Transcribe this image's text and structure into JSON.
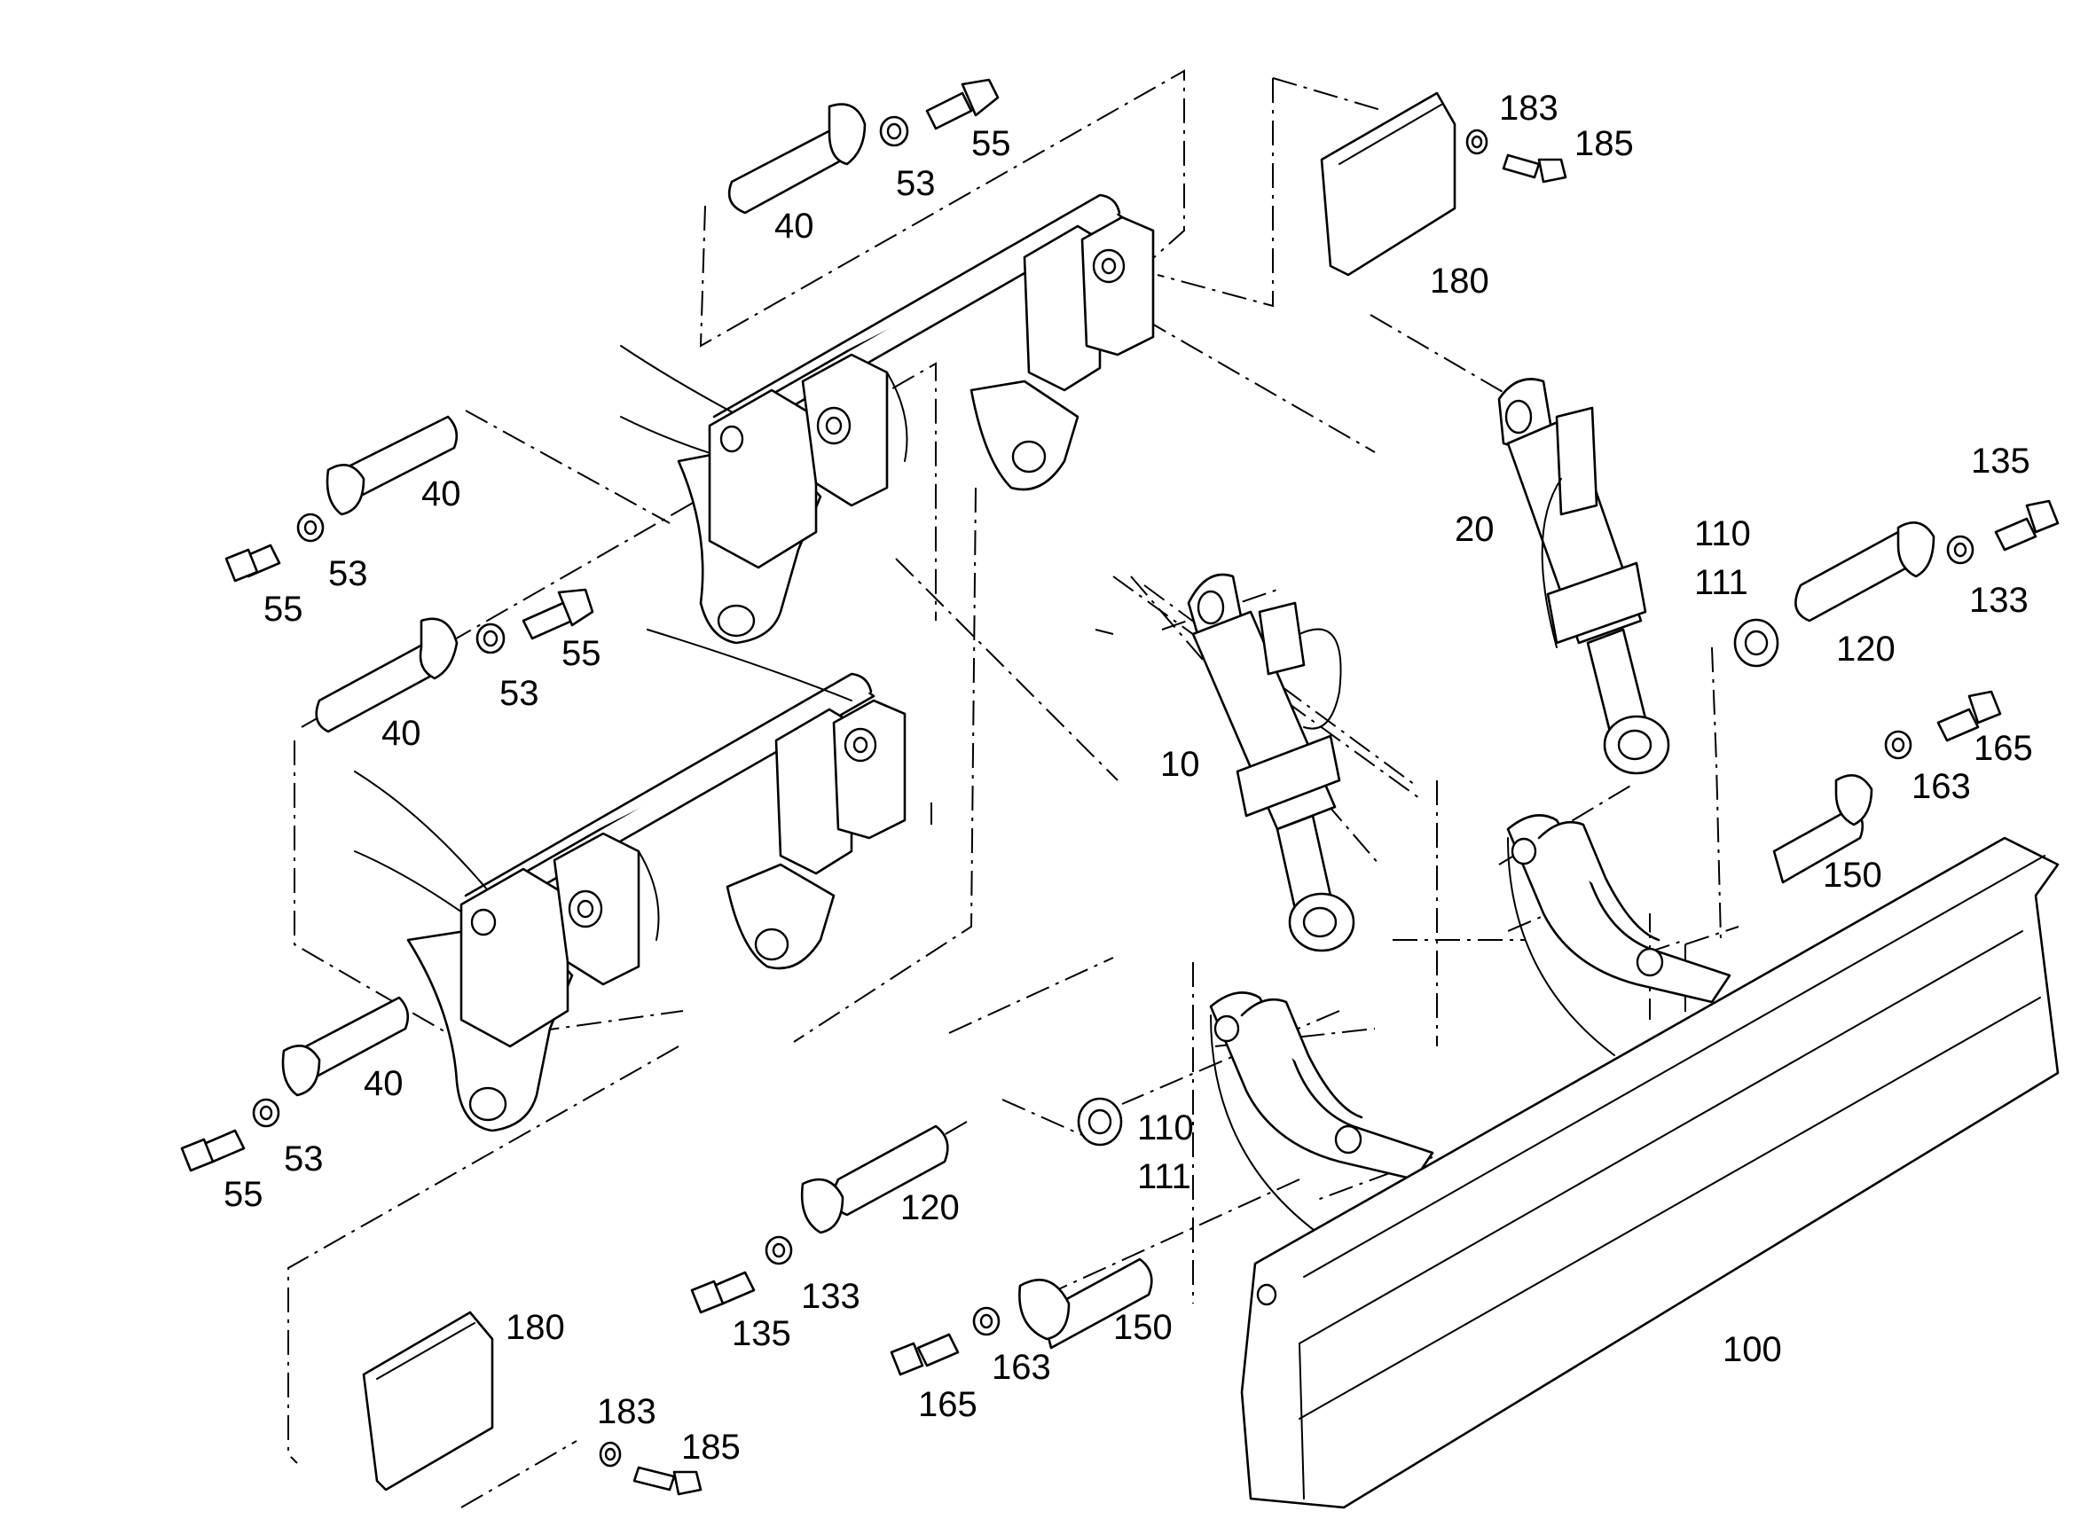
{
  "diagram": {
    "ink": "#000000",
    "paper": "#ffffff",
    "callouts": {
      "pin_top": "40",
      "washer_top": "53",
      "bolt_top": "55",
      "cover_plate_top": "180",
      "washer_cover_top": "183",
      "bolt_cover_top": "185",
      "pin_left_upper": "40",
      "washer_left_upper": "53",
      "bolt_left_upper": "55",
      "pin_left_middle": "40",
      "washer_left_middle": "53",
      "bolt_left_middle": "55",
      "pin_left_lower": "40",
      "washer_left_lower": "53",
      "bolt_left_lower": "55",
      "cylinder_left": "10",
      "cylinder_right": "20",
      "spacer_right": "110",
      "shim_right": "111",
      "pin_right_cylinder": "120",
      "washer_right_cylinder": "133",
      "bolt_right_cylinder": "135",
      "pin_right_arm": "150",
      "washer_right_arm": "163",
      "bolt_right_arm": "165",
      "spacer_left": "110",
      "shim_left": "111",
      "pin_left_cylinder": "120",
      "washer_left_cylinder": "133",
      "bolt_left_cylinder": "135",
      "pin_left_arm": "150",
      "washer_left_arm": "163",
      "bolt_left_arm": "165",
      "cover_plate_bottom": "180",
      "washer_cover_bottom": "183",
      "bolt_cover_bottom": "185",
      "dozer_blade": "100"
    }
  }
}
